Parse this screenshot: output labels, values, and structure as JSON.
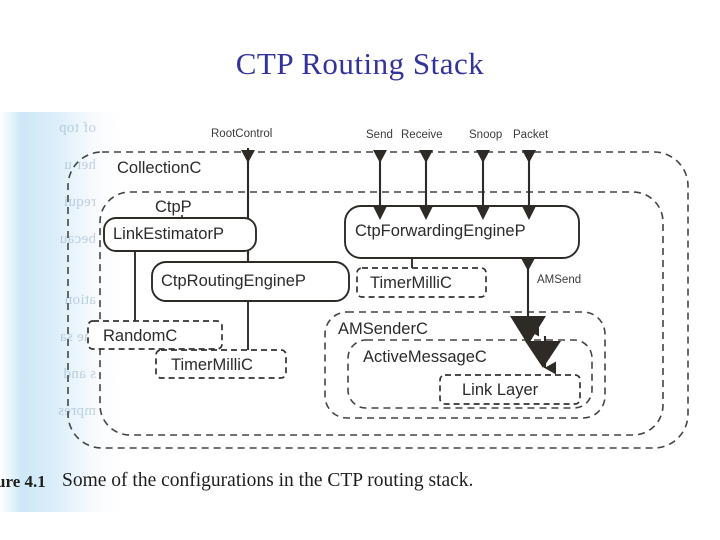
{
  "slide": {
    "title": "CTP Routing Stack",
    "title_color": "#33339c",
    "background": "#ffffff"
  },
  "figure": {
    "caption_number": "ure 4.1",
    "caption_text": "Some of the configurations in the CTP routing stack.",
    "ink_color": "#2b2b2b"
  },
  "ports": {
    "root_control": "RootControl",
    "send": "Send",
    "receive": "Receive",
    "snoop": "Snoop",
    "packet": "Packet",
    "am_send": "AMSend"
  },
  "containers": {
    "collection_c": "CollectionC",
    "ctp_p": "CtpP",
    "am_sender_c": "AMSenderC",
    "active_message_c": "ActiveMessageC"
  },
  "components": {
    "link_estimator_p": "LinkEstimatorP",
    "ctp_routing_engine_p": "CtpRoutingEngineP",
    "ctp_forwarding_engine_p": "CtpForwardingEngineP",
    "random_c": "RandomC",
    "timer_milli_c_left": "TimerMilliC",
    "timer_milli_c_right": "TimerMilliC",
    "link_layer": "Link Layer"
  },
  "ghost_text": [
    "of top",
    "her u",
    "requi",
    "becau",
    "",
    "ation",
    "the sa",
    "s and",
    "mpres"
  ]
}
